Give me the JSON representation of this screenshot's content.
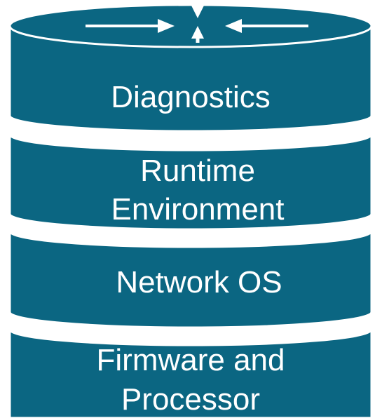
{
  "diagram": {
    "colors": {
      "fill": "#0b6682",
      "edge": "#ffffff",
      "icon": "#ffffff",
      "text": "#ffffff"
    },
    "icon": "router-icon",
    "layers": [
      {
        "lines": [
          "Diagnostics"
        ]
      },
      {
        "lines": [
          "Runtime",
          "Environment"
        ]
      },
      {
        "lines": [
          "Network OS"
        ]
      },
      {
        "lines": [
          "Firmware and",
          "Processor"
        ]
      }
    ]
  }
}
